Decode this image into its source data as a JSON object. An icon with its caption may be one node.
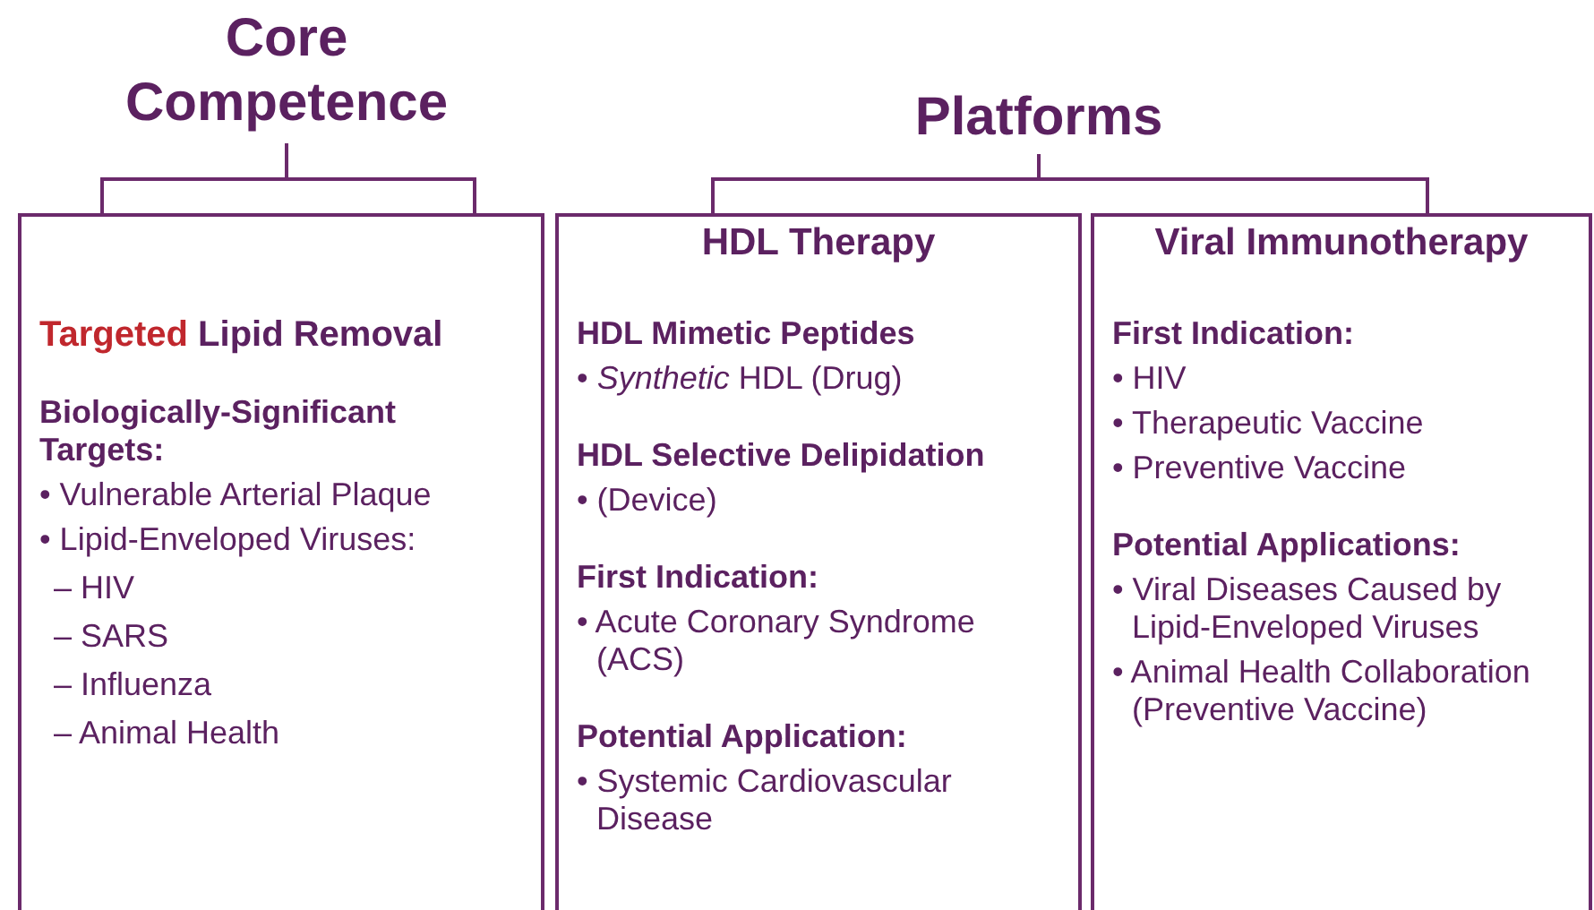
{
  "diagram": {
    "nodes": [
      {
        "text": [
          "Core Competence"
        ]
      },
      {
        "text": [
          "Targeted Lipid Removal",
          "Biologically-Significant Targets:",
          "• Vulnerable Arterial Plaque",
          "• Lipid-Enveloped Viruses:",
          "–  HIV",
          "–  SARS",
          "–  Influenza",
          "–  Animal Health"
        ]
      },
      {
        "text": [
          "Platforms"
        ]
      },
      {
        "text": [
          "HDL Therapy",
          "HDL Mimetic Peptides",
          "• *Synthetic* HDL (Drug)",
          "HDL Selective Delipidation",
          "• (Device)",
          "First Indication:",
          "• Acute Coronary Syndrome (ACS)",
          "Potential Application:",
          "• Systemic Cardiovascular Disease"
        ]
      },
      {
        "text": [
          "Viral Immunotherapy",
          "First Indication:",
          "• HIV",
          "• Therapeutic Vaccine",
          "• Preventive Vaccine",
          "Potential Applications:",
          "• Viral Diseases Caused by Lipid-Enveloped Viruses",
          "• Animal Health Collaboration (Preventive Vaccine)"
        ]
      }
    ],
    "edges": [
      {
        "from": 0,
        "to": 1,
        "arrow": "none"
      },
      {
        "from": 2,
        "to": 3,
        "arrow": "none"
      },
      {
        "from": 2,
        "to": 4,
        "arrow": "none"
      }
    ]
  }
}
